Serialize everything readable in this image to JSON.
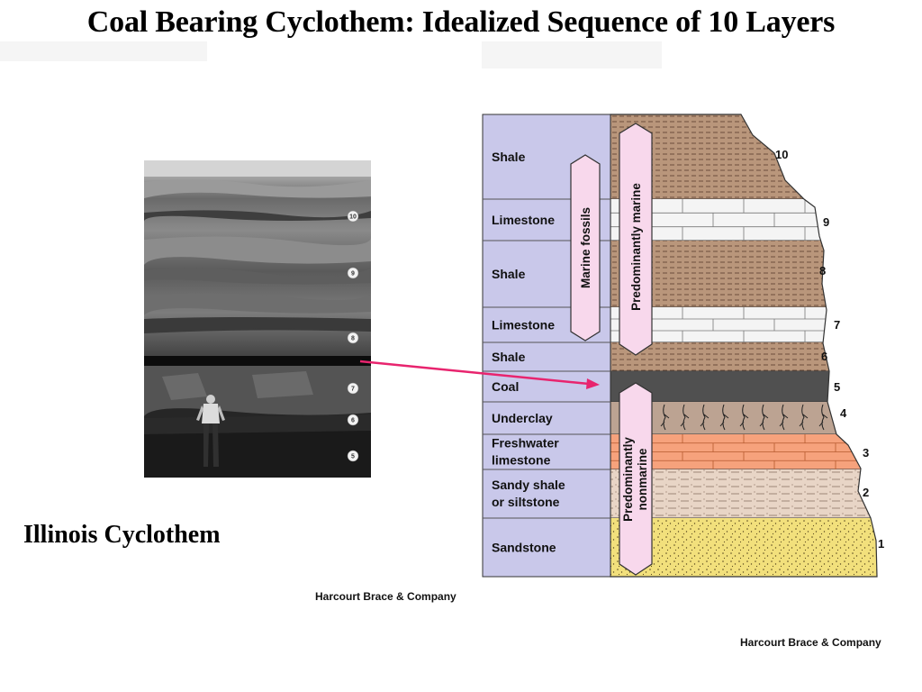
{
  "title": "Coal Bearing Cyclothem: Idealized Sequence of 10 Layers",
  "photo": {
    "caption": "Illinois Cyclothem",
    "credit": "Harcourt Brace & Company",
    "markers": [
      "10",
      "9",
      "8",
      "7",
      "6",
      "5"
    ]
  },
  "diagram": {
    "credit": "Harcourt Brace & Company",
    "layers": [
      {
        "number": "10",
        "label": "Shale",
        "rock": "shale"
      },
      {
        "number": "9",
        "label": "Limestone",
        "rock": "limestone"
      },
      {
        "number": "8",
        "label": "Shale",
        "rock": "shale"
      },
      {
        "number": "7",
        "label": "Limestone",
        "rock": "limestone"
      },
      {
        "number": "6",
        "label": "Shale",
        "rock": "shale"
      },
      {
        "number": "5",
        "label": "Coal",
        "rock": "coal"
      },
      {
        "number": "4",
        "label": "Underclay",
        "rock": "underclay"
      },
      {
        "number": "3",
        "label_lines": [
          "Freshwater",
          "limestone"
        ],
        "rock": "freshwater-limestone"
      },
      {
        "number": "2",
        "label_lines": [
          "Sandy shale",
          "or siltstone"
        ],
        "rock": "sandy-shale"
      },
      {
        "number": "1",
        "label": "Sandstone",
        "rock": "sandstone"
      }
    ],
    "bands": {
      "marine_fossils": "Marine fossils",
      "predominantly_marine": "Predominantly marine",
      "predominantly_nonmarine": [
        "Predominantly",
        "nonmarine"
      ]
    }
  },
  "colors": {
    "label_column": "#c9c8ea",
    "shale": "#b9967b",
    "limestone": "#f4f4f4",
    "coal": "#505050",
    "underclay": "#bca392",
    "freshwater_limestone": "#f6a27c",
    "sandy_shale": "#e8d5c6",
    "sandstone": "#f2e07c",
    "band": "#f8d8ec",
    "arrow": "#e8246e"
  }
}
